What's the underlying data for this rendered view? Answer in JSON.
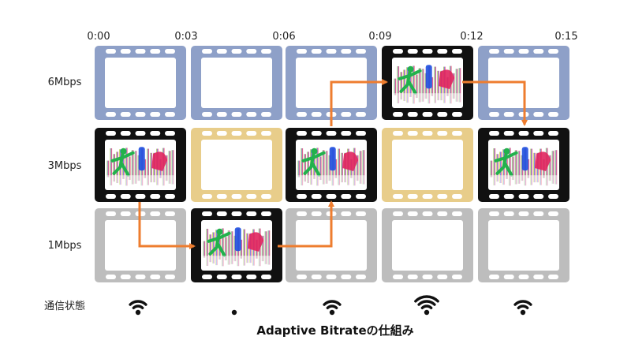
{
  "time_ticks": [
    "0:00",
    "0:03",
    "0:06",
    "0:09",
    "0:12",
    "0:15"
  ],
  "rows": [
    {
      "label": "6Mbps"
    },
    {
      "label": "3Mbps"
    },
    {
      "label": "1Mbps"
    }
  ],
  "status_label": "通信状態",
  "title": "Adaptive Bitrateの仕組み",
  "segments_selected_row": [
    1,
    2,
    1,
    0,
    1
  ],
  "wifi_strength": [
    3,
    1,
    3,
    4,
    3
  ],
  "colors": {
    "row_6mbps": "#8ea0c8",
    "row_3mbps": "#e8cd8a",
    "row_1mbps": "#bdbdbd",
    "selected": "#111111",
    "arrow": "#ee7d2f",
    "text": "#222222"
  },
  "icons": {
    "frame": "film-strip-icon",
    "wifi": "wifi-signal-icon",
    "thumbnail": "dancer-equalizer-thumbnail-icon"
  }
}
